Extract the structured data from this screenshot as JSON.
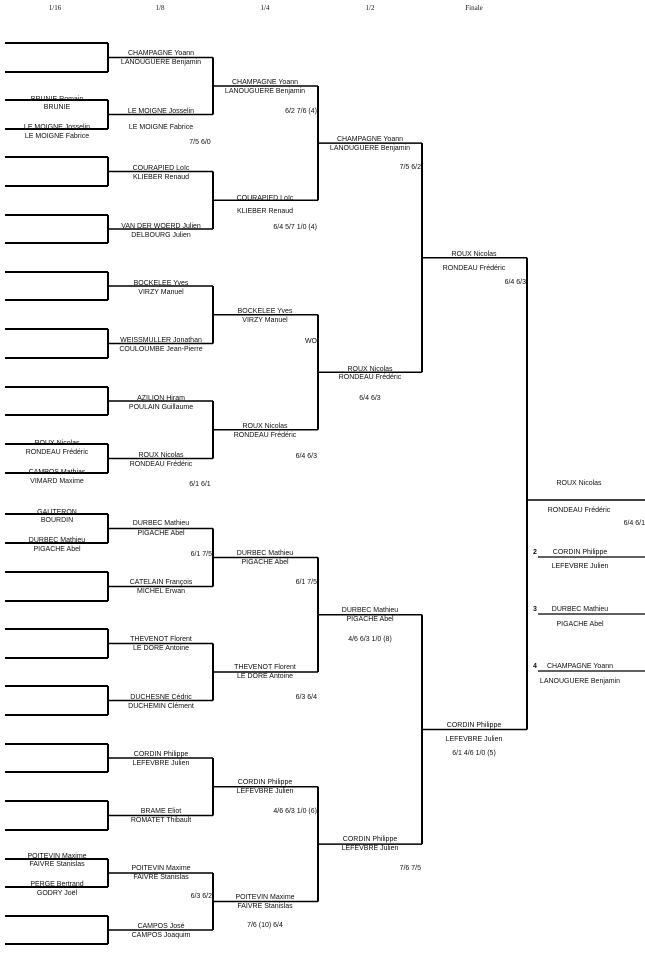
{
  "headers": [
    "1/16",
    "1/8",
    "1/4",
    "1/2",
    "Finale"
  ],
  "r16": [
    "BRUNIE Romain",
    "BRUNIE",
    "LE MOIGNE Josselin",
    "LE MOIGNE Fabrice",
    "ROUX Nicolas",
    "RONDEAU Frédéric",
    "CAMPOS Mathias",
    "VIMARD Maxime",
    "GAUTERON",
    "BOURDIN",
    "DURBEC Mathieu",
    "PIGACHE Abel",
    "POITEVIN Maxime",
    "FAIVRE Stanislas",
    "PERGE Bertrand",
    "GODRY Joël"
  ],
  "r8": [
    "CHAMPAGNE Yoann",
    "LANOUGUERE Benjamin",
    "LE MOIGNE Josselin",
    "LE MOIGNE Fabrice",
    "COURAPIED Loïc",
    "KLIEBER Renaud",
    "VAN DER WOERD Julien",
    "DELBOURG Julien",
    "BOCKELEE Yves",
    "VIRZY Manuel",
    "WEISSMULLER Jonathan",
    "COULOUMBE Jean-Pierre",
    "AZILION Hiram",
    "POULAIN Guillaume",
    "ROUX Nicolas",
    "RONDEAU Frédéric",
    "DURBEC Mathieu",
    "PIGACHE Abel",
    "CATELAIN François",
    "MICHEL Erwan",
    "THEVENOT Florent",
    "LE DORE Antoine",
    "DUCHESNE Cédric",
    "DUCHEMIN Clément",
    "CORDIN Philippe",
    "LEFEVBRE Julien",
    "BRAME Eliot",
    "ROMATET Thibault",
    "POITEVIN Maxime",
    "FAIVRE Stanislas",
    "CAMPOS José",
    "CAMPOS Joaquim"
  ],
  "r8_scores": [
    "7/5 6/0",
    "6/1 6/1",
    "6/1 7/5",
    "6/3 6/2"
  ],
  "r4": [
    "CHAMPAGNE Yoann",
    "LANOUGUERE Benjamin",
    "COURAPIED Loïc",
    "KLIEBER Renaud",
    "BOCKELEE Yves",
    "VIRZY Manuel",
    "ROUX Nicolas",
    "RONDEAU Frédéric",
    "DURBEC Mathieu",
    "PIGACHE Abel",
    "THEVENOT Florent",
    "LE DORE Antoine",
    "CORDIN Philippe",
    "LEFEVBRE Julien",
    "POITEVIN Maxime",
    "FAIVRE Stanislas"
  ],
  "r4_scores": [
    "6/2 7/6 (4)",
    "6/4 5/7 1/0 (4)",
    "WO",
    "6/4 6/3",
    "6/1 7/5",
    "6/3 6/4",
    "4/6 6/3 1/0 (6)",
    "7/6 (10) 6/4"
  ],
  "semi": [
    "CHAMPAGNE Yoann",
    "LANOUGUERE Benjamin",
    "ROUX Nicolas",
    "RONDEAU Frédéric",
    "DURBEC Mathieu",
    "PIGACHE Abel",
    "CORDIN Philippe",
    "LEFEVBRE Julien"
  ],
  "semi_scores": [
    "7/5 6/2",
    "6/4 6/3",
    "4/6 6/3 1/0 (8)",
    "7/6 7/5"
  ],
  "final": [
    "ROUX Nicolas",
    "RONDEAU Frédéric",
    "CORDIN Philippe",
    "LEFEVBRE Julien"
  ],
  "final_scores": [
    "6/4 6/3",
    "6/1 4/6 1/0 (5)"
  ],
  "winner": {
    "names": [
      "ROUX Nicolas",
      "RONDEAU Frédéric"
    ],
    "score": "6/4 6/1"
  },
  "places": [
    {
      "rank": "2",
      "names": [
        "CORDIN Philippe",
        "LEFEVBRE Julien"
      ]
    },
    {
      "rank": "3",
      "names": [
        "DURBEC Mathieu",
        "PIGACHE Abel"
      ]
    },
    {
      "rank": "4",
      "names": [
        "CHAMPAGNE Yoann",
        "LANOUGUERE Benjamin"
      ]
    }
  ]
}
